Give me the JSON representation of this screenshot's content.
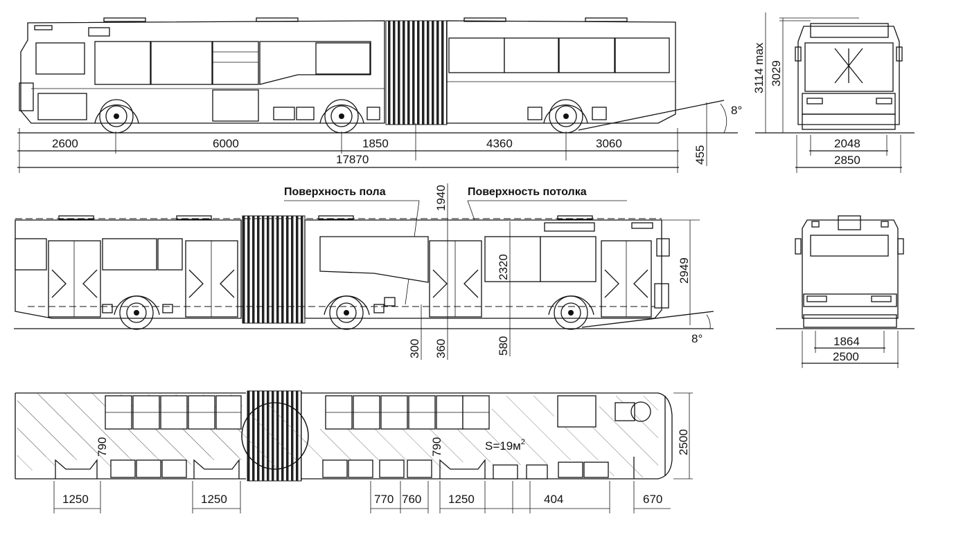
{
  "side_view": {
    "dims_bottom": [
      "2600",
      "6000",
      "1850",
      "4360",
      "3060"
    ],
    "overall_length": "17870",
    "angle": "8°",
    "ground_clearance": "455"
  },
  "front_view": {
    "height_max": "3114 max",
    "height": "3029",
    "track": "2048",
    "width": "2850"
  },
  "section_view": {
    "floor_label": "Поверхность пола",
    "ceiling_label": "Поверхность потолка",
    "interior_height": "1940",
    "height_2320": "2320",
    "height_2949": "2949",
    "floor_300": "300",
    "floor_360": "360",
    "floor_580": "580",
    "angle": "8°"
  },
  "rear_view": {
    "track": "1864",
    "width": "2500"
  },
  "plan_view": {
    "aisle_left": "790",
    "aisle_right": "790",
    "area": "S=19м",
    "area_sup": "2",
    "width": "2500",
    "door_widths": [
      "1250",
      "1250",
      "770",
      "760",
      "1250",
      "404",
      "670"
    ]
  }
}
